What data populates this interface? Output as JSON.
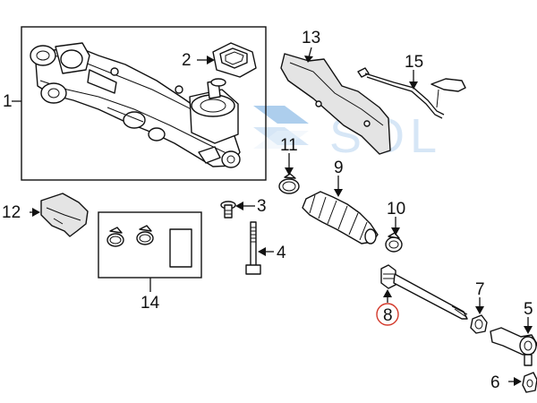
{
  "watermark": {
    "text": "SOL",
    "color": "#cfe2f5"
  },
  "callouts": {
    "p1": "1",
    "p2": "2",
    "p3": "3",
    "p4": "4",
    "p5": "5",
    "p6": "6",
    "p7": "7",
    "p8": "8",
    "p9": "9",
    "p10": "10",
    "p11": "11",
    "p12": "12",
    "p13": "13",
    "p14": "14",
    "p15": "15"
  },
  "highlight": {
    "part": "8",
    "color": "#d33a2c"
  },
  "colors": {
    "line": "#111111",
    "part_fill": "#ffffff",
    "shade": "#e4e4e4"
  }
}
